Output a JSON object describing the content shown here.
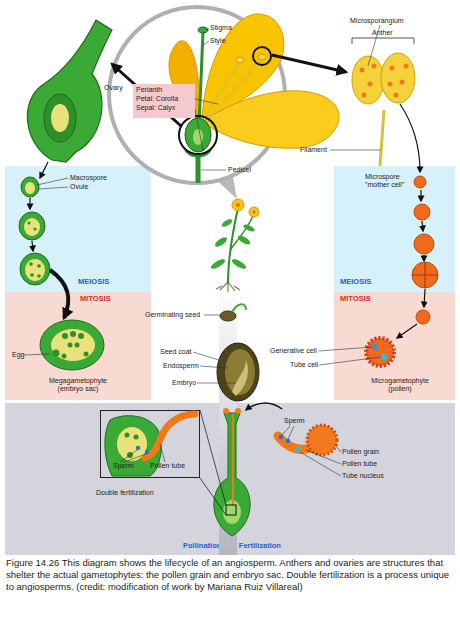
{
  "diagram": {
    "caption": "Figure 14.26 This diagram shows the lifecycle of an angiosperm. Anthers and ovaries are structures that shelter the actual gametophytes: the pollen grain and embryo sac. Double fertilization is a process unique to angiosperms. (credit: modification of work by Mariana Ruiz Villareal)",
    "nodes": [
      {
        "text": [
          "Perianth",
          "Petal: Corolla",
          "Sepal: Calyx"
        ]
      },
      {
        "text": [
          "MEIOSIS"
        ]
      },
      {
        "text": [
          "MEIOSIS"
        ]
      },
      {
        "text": [
          "MITOSIS"
        ]
      },
      {
        "text": [
          "MITOSIS"
        ]
      },
      {
        "text": [
          "Pollination and Fertilization"
        ]
      },
      {
        "text": [
          "Double fertilization"
        ],
        "in": 5
      }
    ],
    "labels": [
      "Stigma",
      "Style",
      "Microsporangium",
      "Anther",
      "Ovary",
      "Filament",
      "Pedicel",
      "Macrospore",
      "Ovule",
      "Microspore \"mother cell\"",
      "Germinating seed",
      "Egg",
      "Seed coat",
      "Endosperm",
      "Embryo",
      "Generative cell",
      "Tube cell",
      "Megagametophyte (embryo sac)",
      "Microgametophyte (pollen)",
      "Sperm",
      "Pollen tube",
      "Sperm",
      "Pollen grain",
      "Pollen tube",
      "Tube nucleus"
    ]
  }
}
